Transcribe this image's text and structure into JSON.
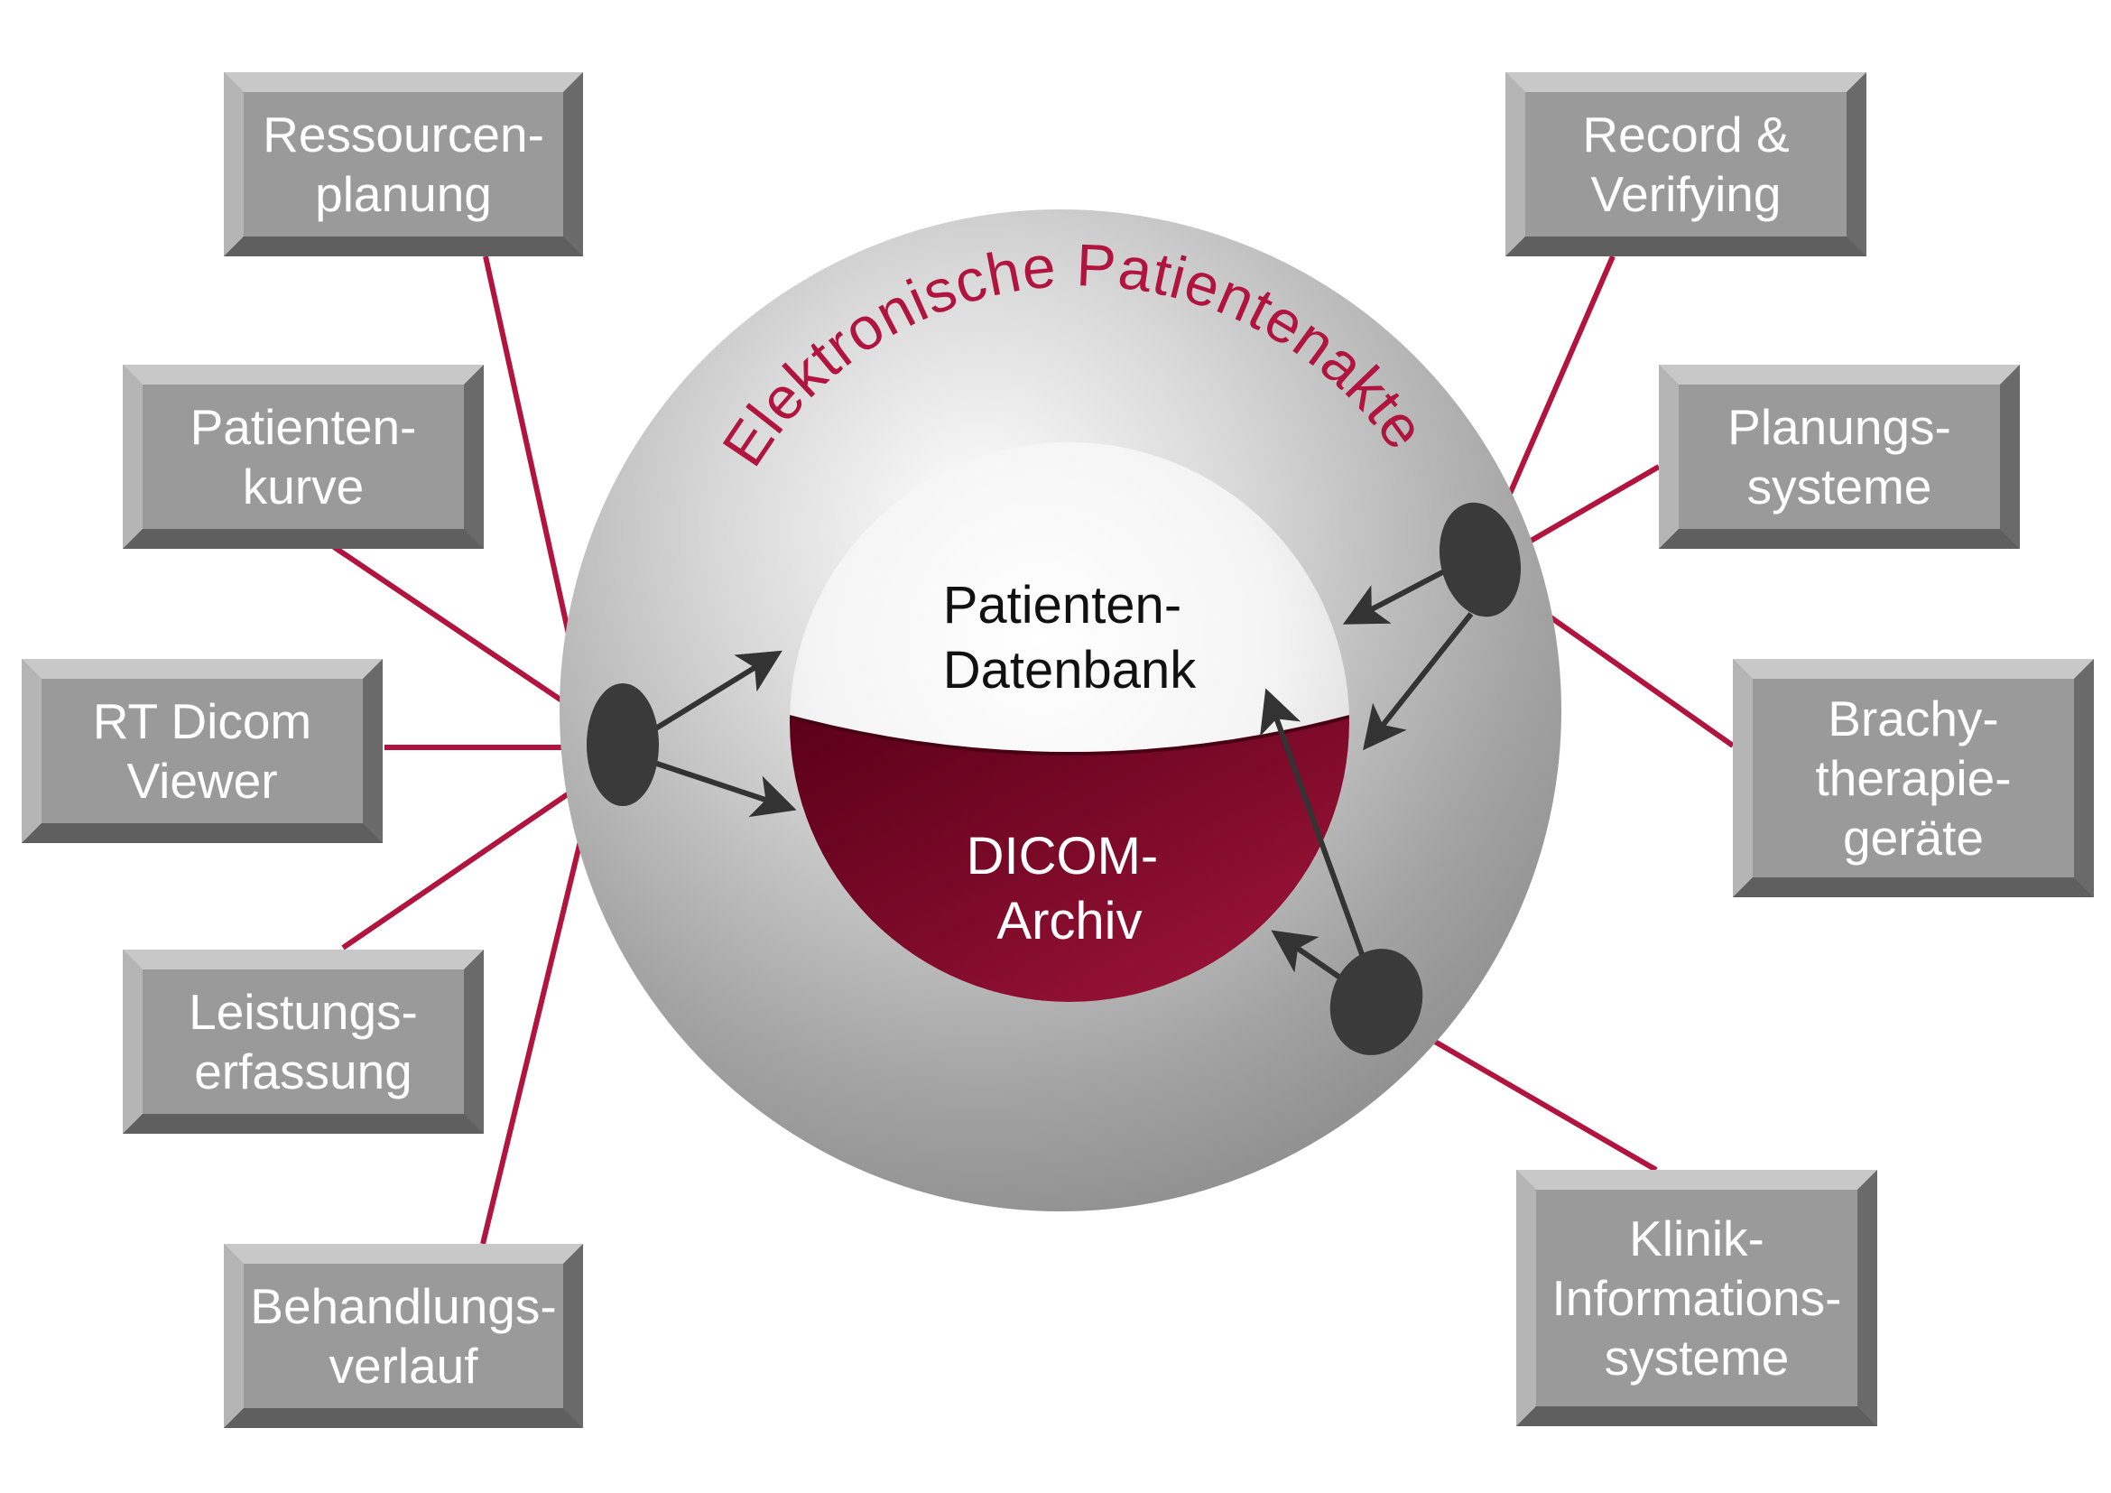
{
  "diagram": {
    "outer_sphere": {
      "label": "Elektronische Patientenakte"
    },
    "inner_sphere": {
      "top_label_lines": [
        "Patienten-",
        "Datenbank"
      ],
      "bottom_label_lines": [
        "DICOM-",
        "Archiv"
      ]
    },
    "boxes": {
      "ressourcenplanung": [
        "Ressourcen-",
        "planung"
      ],
      "patientenkurve": [
        "Patienten-",
        "kurve"
      ],
      "rt_dicom_viewer": [
        "RT Dicom",
        "Viewer"
      ],
      "leistungserfassung": [
        "Leistungs-",
        "erfassung"
      ],
      "behandlungsverlauf": [
        "Behandlungs-",
        "verlauf"
      ],
      "record_verifying": [
        "Record &",
        "Verifying"
      ],
      "planungssysteme": [
        "Planungs-",
        "systeme"
      ],
      "brachytherapiegeraete": [
        "Brachy-",
        "therapie-",
        "geräte"
      ],
      "klinik_informationssysteme": [
        "Klinik-",
        "Informations-",
        "systeme"
      ]
    },
    "colors": {
      "connector_line": "#b0143f",
      "arrow": "#333333",
      "hub": "#3a3a3a",
      "box_face": "#9a9a9a",
      "accent_red": "#a50f35"
    }
  }
}
